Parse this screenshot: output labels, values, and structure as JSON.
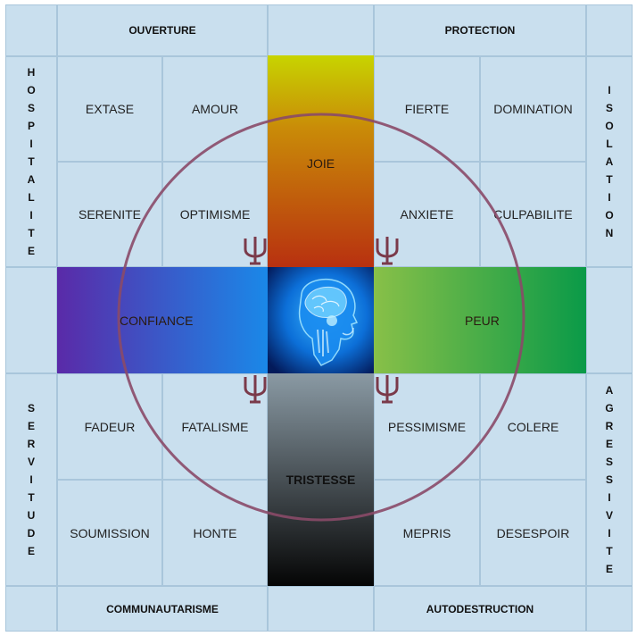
{
  "headers": {
    "top_left": "OUVERTURE",
    "top_right": "PROTECTION",
    "bottom_left": "COMMUNAUTARISME",
    "bottom_right": "AUTODESTRUCTION"
  },
  "side_labels": {
    "left_top": "HOSPITALITE",
    "left_bottom": "SERVITUDE",
    "right_top": "ISOLATION",
    "right_bottom": "AGRESSIVITE"
  },
  "emotions": {
    "extase": "EXTASE",
    "amour": "AMOUR",
    "fierte": "FIERTE",
    "domination": "DOMINATION",
    "serenite": "SERENITE",
    "optimisme": "OPTIMISME",
    "anxiete": "ANXIETE",
    "culpabilite": "CULPABILITE",
    "fadeur": "FADEUR",
    "fatalisme": "FATALISME",
    "pessimisme": "PESSIMISME",
    "colere": "COLERE",
    "soumission": "SOUMISSION",
    "honte": "HONTE",
    "mepris": "MEPRIS",
    "desespoir": "DESESPOIR"
  },
  "axes": {
    "joie": "JOIE",
    "confiance": "CONFIANCE",
    "peur": "PEUR",
    "tristesse": "TRISTESSE"
  },
  "colors": {
    "background": "#c9dfee",
    "circle": "#8a4a68",
    "psi": "#7a3a4a",
    "joie_gradient": [
      "#c8d400",
      "#b83010"
    ],
    "confiance_gradient": [
      "#5a2aa8",
      "#1a88e8"
    ],
    "peur_gradient": [
      "#88c048",
      "#0a9a48"
    ],
    "tristesse_gradient": [
      "#8a9aa4",
      "#050505"
    ]
  },
  "icons": {
    "psi": "psi-symbol",
    "brain": "brain-head-icon"
  }
}
